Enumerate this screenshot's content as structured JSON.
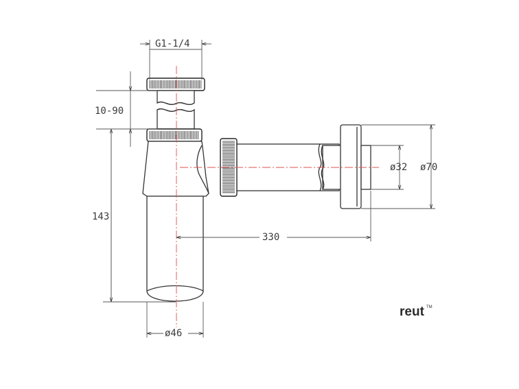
{
  "dimensions": {
    "thread": "G1-1/4",
    "adjust": "10-90",
    "height": "143",
    "length": "330",
    "pipe_diameter": "ø32",
    "flange_diameter": "ø70",
    "body_diameter": "ø46"
  },
  "brand": {
    "name": "reut",
    "mark": "TM"
  },
  "colors": {
    "outline": "#333333",
    "centerline": "#d9534f",
    "text": "#3a3a3a"
  }
}
